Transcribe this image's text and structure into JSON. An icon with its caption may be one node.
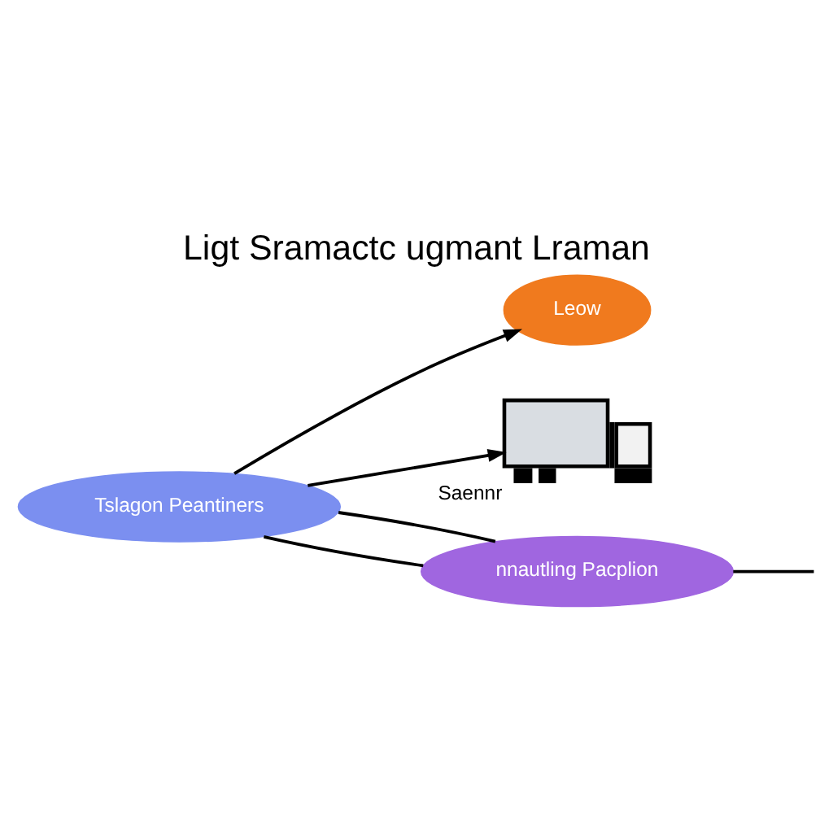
{
  "diagram": {
    "title": "Ligt Sramactc ugmant Lraman",
    "nodes": [
      {
        "text": [
          "Tslagon Peantiners"
        ]
      },
      {
        "text": [
          "Leow"
        ]
      },
      {
        "text": [],
        "shape": "picture",
        "beside": [
          "Saennr"
        ]
      },
      {
        "text": [
          "nnautling Pacplion"
        ]
      }
    ],
    "edges": [
      {
        "from": 0,
        "to": 1,
        "arrow": "to"
      },
      {
        "from": 0,
        "to": 3,
        "arrow": "none"
      },
      {
        "from": 0,
        "to": 2,
        "arrow": "to"
      },
      {
        "from": 0,
        "to": 3,
        "arrow": "none"
      },
      {
        "from": 3,
        "to": null,
        "arrow": "none"
      }
    ]
  }
}
